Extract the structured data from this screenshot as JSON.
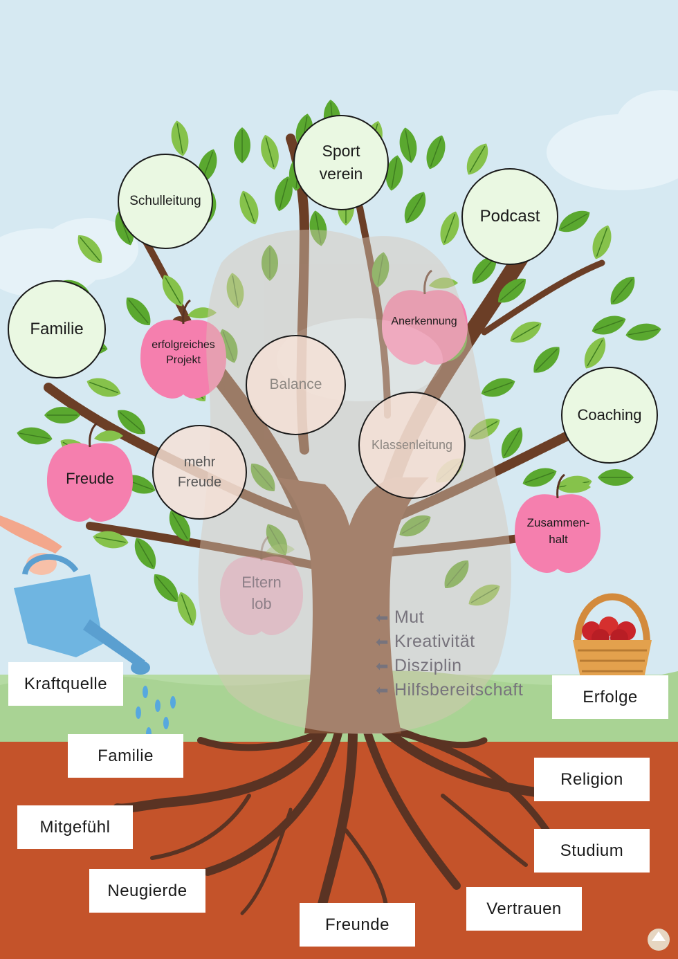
{
  "colors": {
    "sky": "#d6e9f2",
    "grass": "#b5dba3",
    "soil": "#c4532a",
    "trunk": "#6b3e26",
    "leaf": "#5aa82f",
    "leaf_light": "#86c24b",
    "apple": "#f57fae",
    "circle_fill": "#eaf8e2",
    "label_box": "#ffffff",
    "watering_can": "#6fb5e1"
  },
  "branch_circles": [
    {
      "label": "Schulleitung"
    },
    {
      "label": "Sport\nverein"
    },
    {
      "label": "Podcast"
    },
    {
      "label": "Familie"
    },
    {
      "label": "Coaching"
    },
    {
      "label": "Balance"
    },
    {
      "label": "Klassenleitung"
    },
    {
      "label": "mehr\nFreude"
    }
  ],
  "apples": [
    {
      "label": "erfolgreiches\nProjekt"
    },
    {
      "label": "Anerkennung"
    },
    {
      "label": "Freude"
    },
    {
      "label": "Zusammen-\nhalt"
    },
    {
      "label": "Eltern\nlob"
    }
  ],
  "trunk_traits": [
    {
      "label": "Mut"
    },
    {
      "label": "Kreativität"
    },
    {
      "label": "Disziplin"
    },
    {
      "label": "Hilfsbereitschaft"
    }
  ],
  "side_labels": {
    "kraftquelle": "Kraftquelle",
    "erfolge": "Erfolge"
  },
  "root_labels": [
    {
      "label": "Familie"
    },
    {
      "label": "Mitgefühl"
    },
    {
      "label": "Neugierde"
    },
    {
      "label": "Freunde"
    },
    {
      "label": "Vertrauen"
    },
    {
      "label": "Studium"
    },
    {
      "label": "Religion"
    }
  ],
  "icons": {
    "watering_can": "watering-can-icon",
    "basket": "apple-basket-icon",
    "logo": "logo-icon"
  }
}
